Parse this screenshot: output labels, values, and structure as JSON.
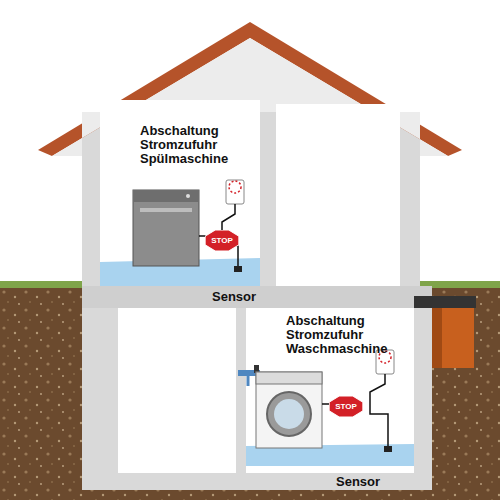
{
  "diagram": {
    "nodes": [
      {
        "text": [
          "STOP"
        ]
      },
      {
        "text": [
          "STOP"
        ]
      }
    ],
    "labels": [
      "Abschaltung Stromzufuhr Spülmaschine",
      "Sensor",
      "Abschaltung Stromzufuhr Waschmaschine",
      "Sensor"
    ]
  }
}
